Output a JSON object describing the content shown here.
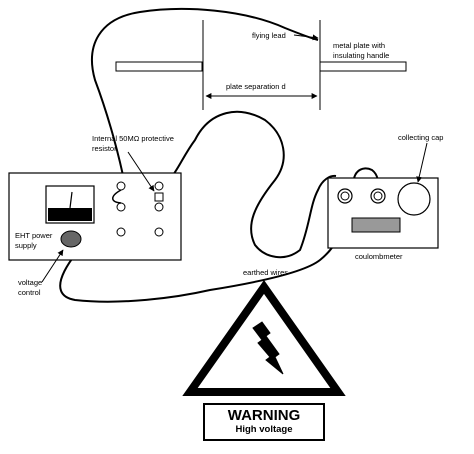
{
  "labels": {
    "flying_lead": "flying lead",
    "metal_plate_line1": "metal plate with",
    "metal_plate_line2": "insulating handle",
    "plate_separation": "plate separation d",
    "resistor_line1": "Internal 50MΩ protective",
    "resistor_line2": "resistor",
    "collecting_cap": "collecting cap",
    "eht_line1": "EHT power",
    "eht_line2": "supply",
    "coulombmeter": "coulombmeter",
    "voltage_line1": "voltage",
    "voltage_line2": "control",
    "earthed_wires": "earthed wires"
  },
  "warning": {
    "title": "WARNING",
    "subtitle": "High voltage"
  }
}
